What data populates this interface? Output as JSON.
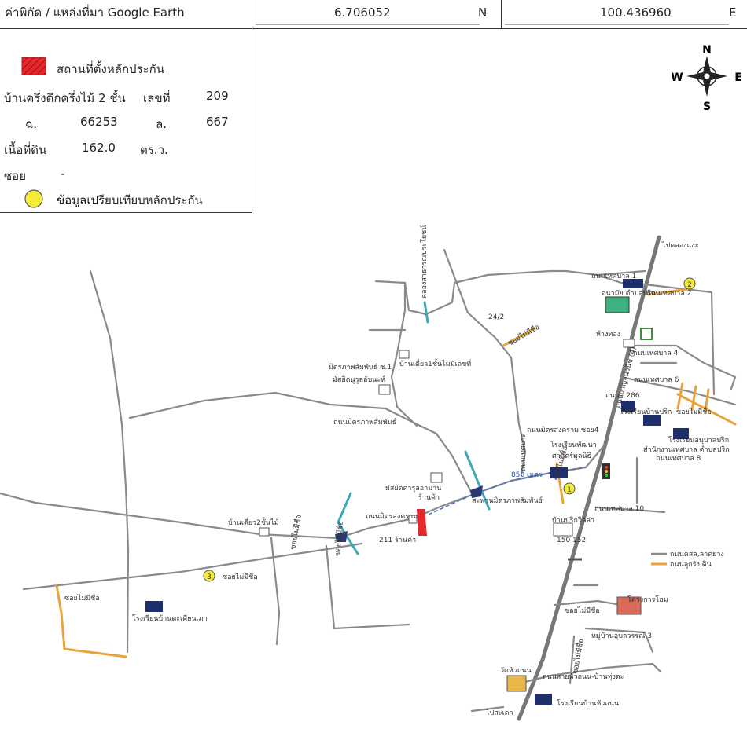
{
  "header": {
    "coord_label": "ค่าพิกัด / แหล่งที่มา Google Earth",
    "lat_value": "6.706052",
    "lat_unit": "N",
    "lon_value": "100.436960",
    "lon_unit": "E"
  },
  "legend": {
    "collateral_label": "สถานที่ตั้งหลักประกัน",
    "building_desc": "บ้านครึ่งตึกครึ่งไม้ 2 ชั้น",
    "house_no_label": "เลขที่",
    "house_no": "209",
    "deed_label": "ฉ.",
    "deed_no": "66253",
    "land_label": "ล.",
    "land_no": "667",
    "area_label": "เนื้อที่ดิน",
    "area_value": "162.0",
    "area_unit": "ตร.ว.",
    "soi_label": "ซอย",
    "soi_value": "-",
    "compare_label": "ข้อมูลเปรียบเทียบหลักประกัน",
    "collateral_color": "#e8262e",
    "compare_color": "#f5ec3a"
  },
  "compass": {
    "n": "N",
    "s": "S",
    "e": "E",
    "w": "W"
  },
  "map": {
    "to_klong_ngae": "ไปคลองแงะ",
    "to_sadao": "ไปสะเดา",
    "tessaban1": "ถนนเทศบาล 1",
    "tessaban2": "ถนนเทศบาล 2",
    "tessaban4": "ถนนเทศบาล 4",
    "tessaban6": "ถนนเทศบาล 6",
    "tessaban8": "ถนนเทศบาล 8",
    "tessaban10": "ถนนเทศบาล 10",
    "health_center": "อนามัย ตำบลปริก",
    "gold_shop": "ห้างทอง",
    "road_no": "ถนนกาญจนวนิช (4)",
    "dist_1286": "ถนน.1286",
    "school_prik": "โรงเรียนบ้านปริก",
    "kindergarten": "โรงเรียนอนุบาลปริก",
    "municipal_office": "สำนักงานเทศบาล ตำบลปริก",
    "soi_no_name": "ซอยไม่มีชื่อ",
    "no_24_2": "24/2",
    "canal": "คลองสาธารณประโยชน์",
    "mitraphap_1": "มิตรภาพสัมพันธ์ ซ.1",
    "mosque_a": "มัสยิดนูรูลอับนะห์",
    "single_house": "บ้านเดี่ยว1ชั้นไม่มีเลขที่",
    "mitraphap_road": "ถนนมิตรภาพสัมพันธ์",
    "mitrasongkram_4": "ถนนมิตรสงคราม ซอย4",
    "school_pattana": "โรงเรียนพัฒนา",
    "school_islam": "ศาสตร์มูลนิธิ",
    "dist_850": "850 เมตร",
    "tessaban_road": "ถนนเทศบาล",
    "mosque_b": "มัสยิดดารุลอามาน",
    "shop": "ร้านค้า",
    "bridge": "สะพานมิตรภาพสัมพันธ์",
    "mitrasongkram": "ถนนมิตรสงคราม",
    "no_211": "211 ร้านค้า",
    "house_2_storey": "บ้านเดี่ยว2ชั้นไม้",
    "ban_prik_tai": "บ้านปริกวิลล่า",
    "no_150_152": "150 152",
    "school_takhian": "โรงเรียนบ้านตะเคียนเภา",
    "moo_ban": "หมู่บ้านอุบลวรรณ์ 3",
    "hotel_project": "โครงการโฮม",
    "wat": "วัดหัวถนน",
    "road_huathanon": "ถนนสายหัวถนน-บ้านทุ่งตะ",
    "school_huathanon": "โรงเรียนบ้านหัวถนน",
    "legend_paved": "ถนนคสล,ลาดยาง",
    "legend_dirt": "ถนนลูกรัง,ดิน",
    "marker_1": "1",
    "marker_2": "2",
    "marker_3": "3"
  }
}
